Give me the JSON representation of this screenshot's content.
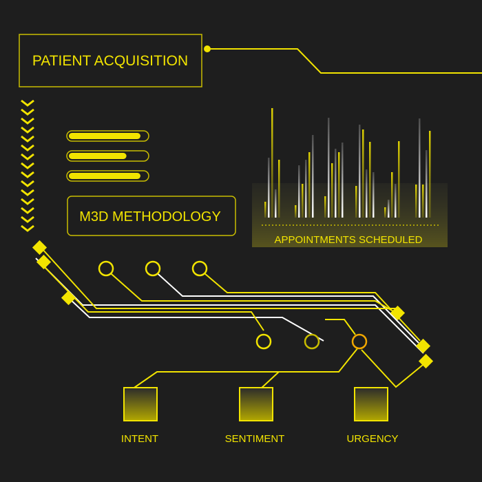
{
  "title": "PATIENT ACQUISITION",
  "methodology": "M3D METHODOLOGY",
  "appointments_label": "APPOINTMENTS SCHEDULED",
  "outputs": [
    "INTENT",
    "SENTIMENT",
    "URGENCY"
  ],
  "progress_bars": [
    0.92,
    0.74,
    0.92
  ],
  "colors": {
    "background": "#1e1e1e",
    "accent": "#f2e400",
    "accent_dark": "#c9bd00",
    "line_white": "#ffffff"
  },
  "icons": [
    "chevron-down-icon",
    "diamond-node-icon",
    "circle-node-icon"
  ]
}
